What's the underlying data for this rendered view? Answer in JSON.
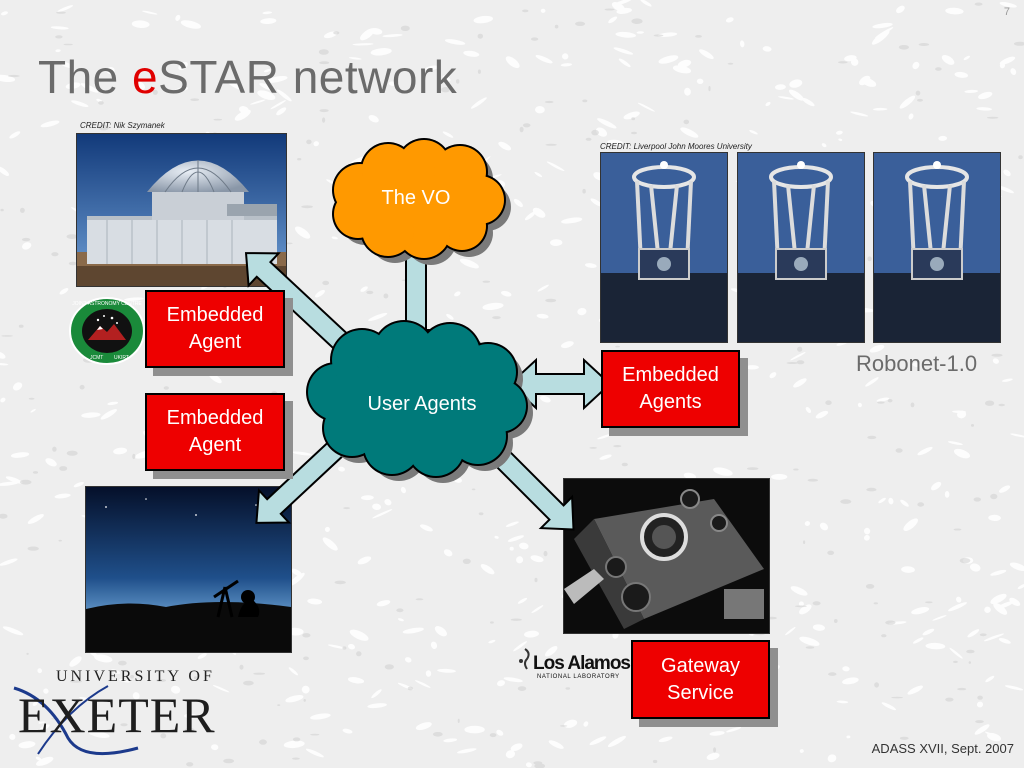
{
  "page_number": "7",
  "title": {
    "prefix": "The ",
    "highlight": "e",
    "suffix": "STAR network"
  },
  "credits": {
    "left": "CREDIT: Nik Szymanek",
    "right": "CREDIT: Liverpool John Moores University"
  },
  "boxes": {
    "embedded_agent_1": [
      "Embedded",
      "Agent"
    ],
    "embedded_agent_2": [
      "Embedded",
      "Agent"
    ],
    "embedded_agents": [
      "Embedded",
      "Agents"
    ],
    "gateway_service": [
      "Gateway",
      "Service"
    ]
  },
  "clouds": {
    "vo": "The VO",
    "user_agents": "User Agents"
  },
  "robonet_label": "Robonet-1.0",
  "logos": {
    "jac_ring_text": "JOINT ASTRONOMY CENTRE",
    "jac_jcmt": "JCMT",
    "jac_ukirt": "UKIRT",
    "los_alamos_name": "Los Alamos",
    "los_alamos_sub": "NATIONAL LABORATORY",
    "exeter_top": "UNIVERSITY OF",
    "exeter_main": "EXETER"
  },
  "footer": "ADASS XVII, Sept. 2007",
  "colors": {
    "title_gray": "#6b6b6b",
    "accent_red": "#e00000",
    "box_red": "#ee0000",
    "cloud_orange": "#ff9900",
    "cloud_teal": "#007a7a",
    "arrow_fill": "#b8dde0"
  }
}
